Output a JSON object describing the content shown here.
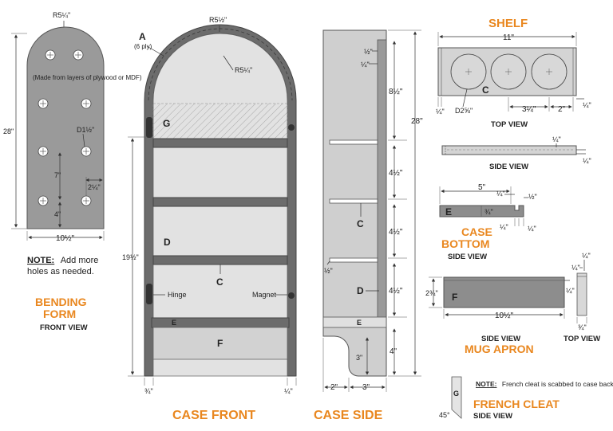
{
  "bending_form": {
    "radius": "R5¼\"",
    "height": "28\"",
    "note": "(Made from layers of plywood or MDF)",
    "hole_dia": "D1½\"",
    "spacing_vertical": "7\"",
    "spacing_bottom": "4\"",
    "offset_side": "2¼\"",
    "width": "10½\"",
    "note_prefix": "NOTE:",
    "note_text_1": "Add more",
    "note_text_2": "holes as needed.",
    "title_1": "BENDING",
    "title_2": "FORM",
    "view": "FRONT VIEW"
  },
  "case_front": {
    "part_a": "A",
    "ply_note": "(6 ply)",
    "outer_radius": "R5½\"",
    "inner_radius": "R5¼\"",
    "part_g": "G",
    "part_d": "D",
    "part_c": "C",
    "part_e": "E",
    "part_f": "F",
    "hinge": "Hinge",
    "magnet": "Magnet",
    "height": "19½\"",
    "dim_left": "¾\"",
    "dim_right": "¼\"",
    "title": "CASE FRONT"
  },
  "case_side": {
    "dim_half": "½\"",
    "dim_quarter": "¼\"",
    "dim_s1": "8½\"",
    "dim_s2": "4½\"",
    "dim_s3": "4½\"",
    "dim_s4": "4½\"",
    "dim_bottom": "4\"",
    "dim_total": "28\"",
    "dim_3": "3\"",
    "dim_2_bottom": "2\"",
    "dim_3_bottom": "3\"",
    "dim_half_low": "½\"",
    "part_c": "C",
    "part_d": "D",
    "part_e": "E",
    "title": "CASE SIDE"
  },
  "shelf": {
    "title": "SHELF",
    "width": "11\"",
    "part_c": "C",
    "cup_dia": "D2⅝\"",
    "dim_left": "¼\"",
    "spacing": "3¼\"",
    "edge": "2\"",
    "dim_right": "¼\"",
    "view_top": "TOP VIEW",
    "side_dim": "¼\"",
    "side_dim_right": "¼\"",
    "view_side": "SIDE VIEW"
  },
  "case_bottom": {
    "width": "5\"",
    "notch_q": "¼\"",
    "notch_h": "½\"",
    "part_e": "E",
    "thickness": "¾\"",
    "bottom_q1": "¼\"",
    "bottom_q2": "¼\"",
    "title_1": "CASE",
    "title_2": "BOTTOM",
    "view": "SIDE VIEW"
  },
  "mug_apron": {
    "part_f": "F",
    "height": "2¾\"",
    "width": "10½\"",
    "top_q1": "¼\"",
    "top_q2": "¼\"",
    "side_q": "¼\"",
    "top_thick": "¾\"",
    "view_side": "SIDE VIEW",
    "view_top": "TOP VIEW",
    "title": "MUG APRON"
  },
  "french_cleat": {
    "part_g": "G",
    "angle": "45°",
    "note_prefix": "NOTE:",
    "note_text": "French cleat is scabbed to case back.",
    "title": "FRENCH CLEAT",
    "view": "SIDE VIEW"
  }
}
